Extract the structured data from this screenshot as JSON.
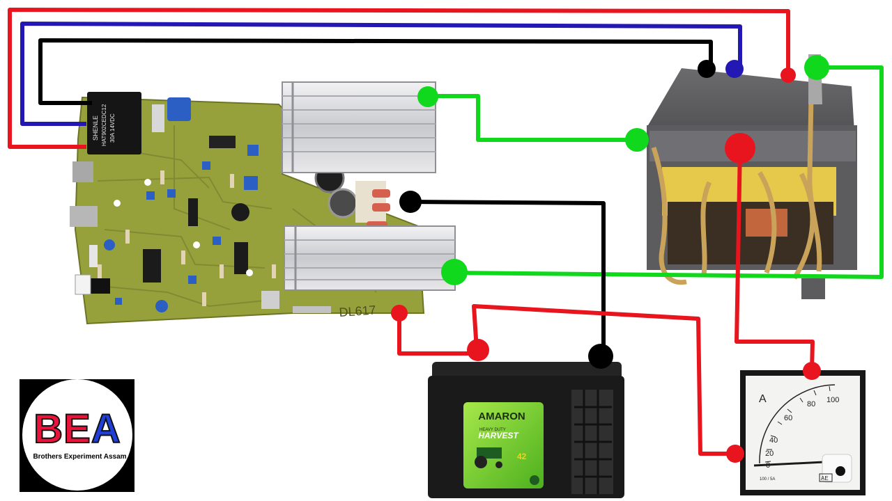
{
  "diagram": {
    "components": {
      "inverter_board": {
        "silkscreen": "DL617"
      },
      "relay": {
        "label_lines": [
          "SHENLE",
          "HAT902CEDC12",
          "30A 14VDC"
        ]
      },
      "transformer": {},
      "battery": {
        "brand": "AMARON",
        "line": "HARVEST",
        "badge": "42",
        "caption": "HEAVY DUTY"
      },
      "ammeter": {
        "unit": "A",
        "scale": [
          "0",
          "20",
          "40",
          "60",
          "80",
          "100"
        ],
        "brand": "AE",
        "footer": "100 / 5A"
      }
    },
    "wires": [
      {
        "color": "#e8141e",
        "from": "relay",
        "to": "transformer"
      },
      {
        "color": "#2418b4",
        "from": "relay",
        "to": "transformer"
      },
      {
        "color": "#000000",
        "from": "relay",
        "to": "transformer"
      },
      {
        "color": "#10d81c",
        "from": "heatsink-top",
        "to": "transformer"
      },
      {
        "color": "#10d81c",
        "from": "heatsink-bottom",
        "to": "transformer"
      },
      {
        "color": "#000000",
        "from": "board",
        "to": "battery-negative"
      },
      {
        "color": "#e8141e",
        "from": "board",
        "to": "battery-positive"
      },
      {
        "color": "#e8141e",
        "from": "battery",
        "to": "ammeter"
      },
      {
        "color": "#e8141e",
        "from": "transformer",
        "to": "ammeter"
      }
    ]
  },
  "logo": {
    "letters": [
      "B",
      "E",
      "A"
    ],
    "letter_colors": [
      "#e8143c",
      "#e8143c",
      "#1f3fd8"
    ],
    "subtitle": "Brothers Experiment Assam"
  }
}
